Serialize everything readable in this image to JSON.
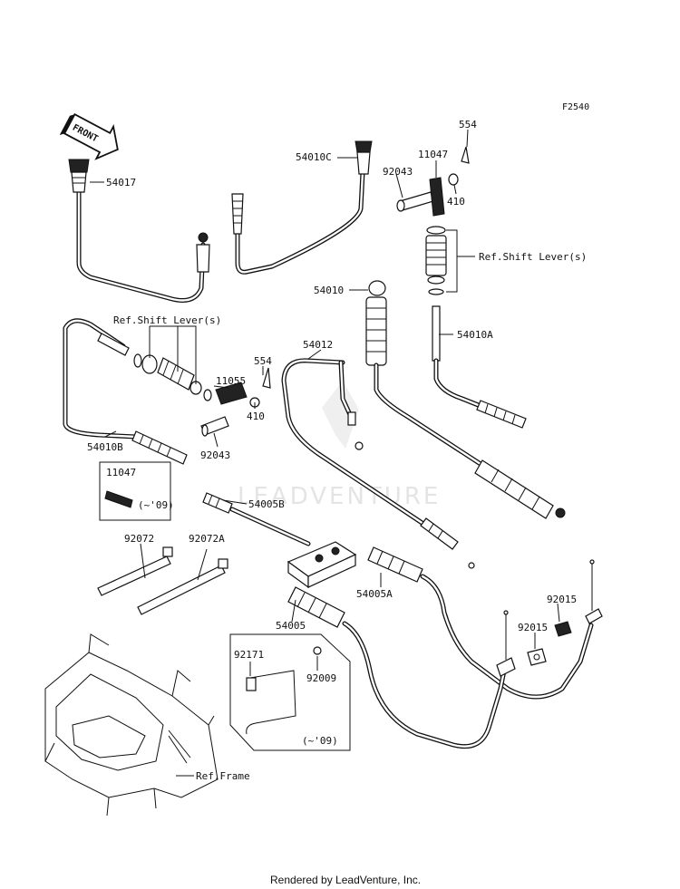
{
  "figure_code": "F2540",
  "front_label": "FRONT",
  "watermark": "LEADVENTURE",
  "credit": "Rendered by LeadVenture, Inc.",
  "callouts": {
    "p554_top": "554",
    "p11047_top": "11047",
    "p92043_top": "92043",
    "p410_top": "410",
    "p54010C": "54010C",
    "p54017": "54017",
    "ref_shift_lever_right": "Ref.Shift Lever(s)",
    "p54010": "54010",
    "p54010A": "54010A",
    "ref_shift_lever_left": "Ref.Shift Lever(s)",
    "p54012": "54012",
    "p11055": "11055",
    "p554_mid": "554",
    "p410_mid": "410",
    "p92043_mid": "92043",
    "p54010B": "54010B",
    "p11047_box": "11047",
    "box_note_09": "(~'09)",
    "p54005B": "54005B",
    "p92072": "92072",
    "p92072A": "92072A",
    "p54005A": "54005A",
    "p92015_a": "92015",
    "p92015_b": "92015",
    "p54005": "54005",
    "p92171": "92171",
    "p92009": "92009",
    "box2_note_09": "(~'09)",
    "ref_frame": "Ref.Frame"
  }
}
